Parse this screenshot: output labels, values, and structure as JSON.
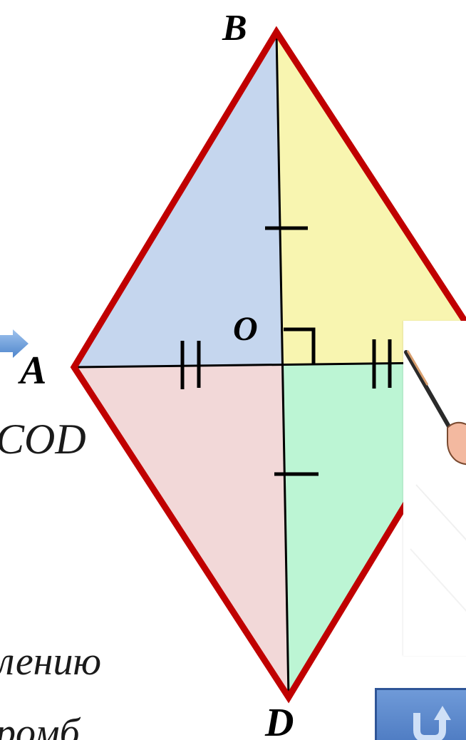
{
  "diagram": {
    "vertices": {
      "b": "B",
      "o": "O",
      "a": "A",
      "d": "D"
    },
    "text_fragments": {
      "cod": "COD",
      "deleniyu": "лению",
      "romb": "ромб"
    },
    "colors": {
      "outline": "#c00000",
      "triangle_abo": "#c5d6ee",
      "triangle_bco": "#f8f5b0",
      "triangle_ado": "#f2d8d8",
      "triangle_cdo": "#bcf5d4",
      "diagonal": "#000000"
    },
    "marks": {
      "right_angle_at_o": true,
      "single_tick_segments": [
        "BO",
        "OD"
      ],
      "double_tick_segments": [
        "AO",
        "OC"
      ]
    }
  },
  "icons": {
    "return_button": "return-arrow-icon",
    "nav_arrow": "right-arrow-icon",
    "pointer": "hand-pointer-icon"
  }
}
